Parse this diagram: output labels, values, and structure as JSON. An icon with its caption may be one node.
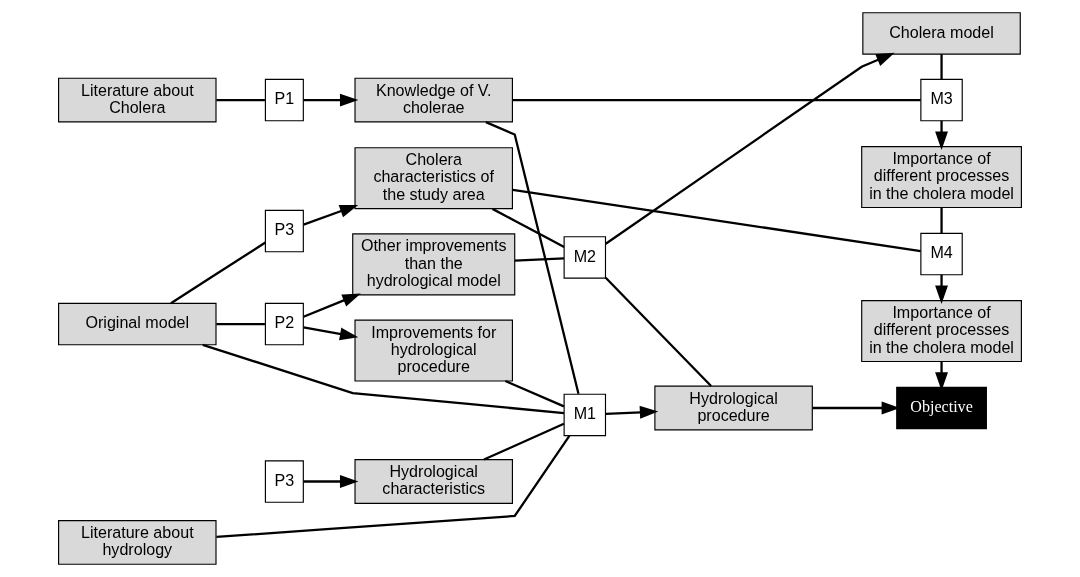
{
  "diagram": {
    "nodes": [
      {
        "text": [
          "Literature about hydrology"
        ]
      },
      {
        "text": [
          "P3"
        ]
      },
      {
        "text": [
          "Hydrological characteristics"
        ]
      },
      {
        "text": [
          "Literature about Cholera"
        ]
      },
      {
        "text": [
          "P1"
        ]
      },
      {
        "text": [
          "Knowledge of V. cholerae"
        ]
      },
      {
        "text": [
          "Objective"
        ]
      },
      {
        "text": [
          "M1"
        ]
      },
      {
        "text": [
          "Hydrological procedure"
        ]
      },
      {
        "text": [
          "Importance of different processes in the cholera model"
        ]
      },
      {
        "text": [
          "Improvements for hydrological procedure"
        ]
      },
      {
        "text": [
          "P2"
        ]
      },
      {
        "text": [
          "M4"
        ]
      },
      {
        "text": [
          "Importance of different processes in the cholera model"
        ]
      },
      {
        "text": [
          "Other improvements than the hydrological model"
        ]
      },
      {
        "text": [
          "Original model"
        ]
      },
      {
        "text": [
          "M3"
        ]
      },
      {
        "text": [
          "P3"
        ]
      },
      {
        "text": [
          "Cholera characteristics of the study area"
        ]
      },
      {
        "text": [
          "M2"
        ]
      },
      {
        "text": [
          "Cholera model"
        ]
      }
    ],
    "edges": [
      {
        "from": 0,
        "to": 7,
        "arrow": "none"
      },
      {
        "from": 1,
        "to": 2,
        "arrow": "to"
      },
      {
        "from": 2,
        "to": 7,
        "arrow": "none"
      },
      {
        "from": 5,
        "to": 7,
        "arrow": "none"
      },
      {
        "from": 15,
        "to": 7,
        "arrow": "none"
      },
      {
        "from": 10,
        "to": 7,
        "arrow": "none"
      },
      {
        "from": 3,
        "to": 4,
        "arrow": "none"
      },
      {
        "from": 4,
        "to": 5,
        "arrow": "to"
      },
      {
        "from": 7,
        "to": 8,
        "arrow": "to"
      },
      {
        "from": 8,
        "to": 6,
        "arrow": "to"
      },
      {
        "from": 9,
        "to": 6,
        "arrow": "to"
      },
      {
        "from": 15,
        "to": 11,
        "arrow": "none"
      },
      {
        "from": 11,
        "to": 10,
        "arrow": "to"
      },
      {
        "from": 11,
        "to": 14,
        "arrow": "to"
      },
      {
        "from": 15,
        "to": 17,
        "arrow": "none"
      },
      {
        "from": 17,
        "to": 18,
        "arrow": "to"
      },
      {
        "from": 5,
        "to": 16,
        "arrow": "none"
      },
      {
        "from": 8,
        "to": 19,
        "arrow": "none"
      },
      {
        "from": 18,
        "to": 12,
        "arrow": "none"
      },
      {
        "from": 13,
        "to": 12,
        "arrow": "none"
      },
      {
        "from": 12,
        "to": 9,
        "arrow": "to"
      },
      {
        "from": 14,
        "to": 19,
        "arrow": "none"
      },
      {
        "from": 18,
        "to": 19,
        "arrow": "none"
      },
      {
        "from": 19,
        "to": 20,
        "arrow": "to"
      },
      {
        "from": 20,
        "to": 16,
        "arrow": "none"
      },
      {
        "from": 16,
        "to": 13,
        "arrow": "to"
      }
    ]
  }
}
